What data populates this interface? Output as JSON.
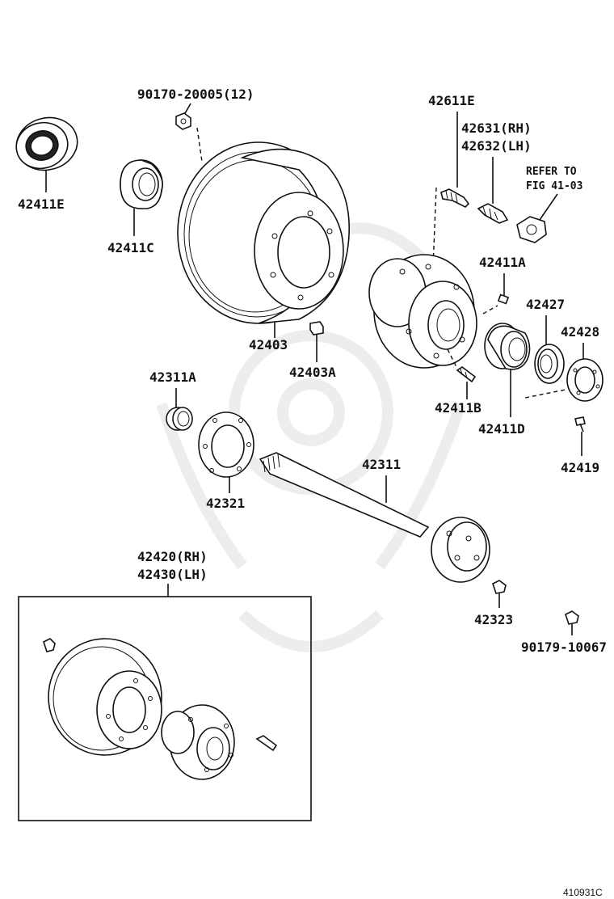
{
  "labels": {
    "p42411E": "42411E",
    "p90170": "90170-20005(12)",
    "p42411C": "42411C",
    "p42403": "42403",
    "p42403A": "42403A",
    "p42611E": "42611E",
    "p42631": "42631(RH)",
    "p42632": "42632(LH)",
    "refer1": "REFER TO",
    "refer2": "FIG 41-03",
    "p42411A": "42411A",
    "p42427": "42427",
    "p42428": "42428",
    "p42311A": "42311A",
    "p42411B": "42411B",
    "p42411D": "42411D",
    "p42419": "42419",
    "p42311": "42311",
    "p42321": "42321",
    "p42420": "42420(RH)",
    "p42430": "42430(LH)",
    "p42323": "42323",
    "p90179": "90179-10067"
  },
  "figure_code": "410931C"
}
